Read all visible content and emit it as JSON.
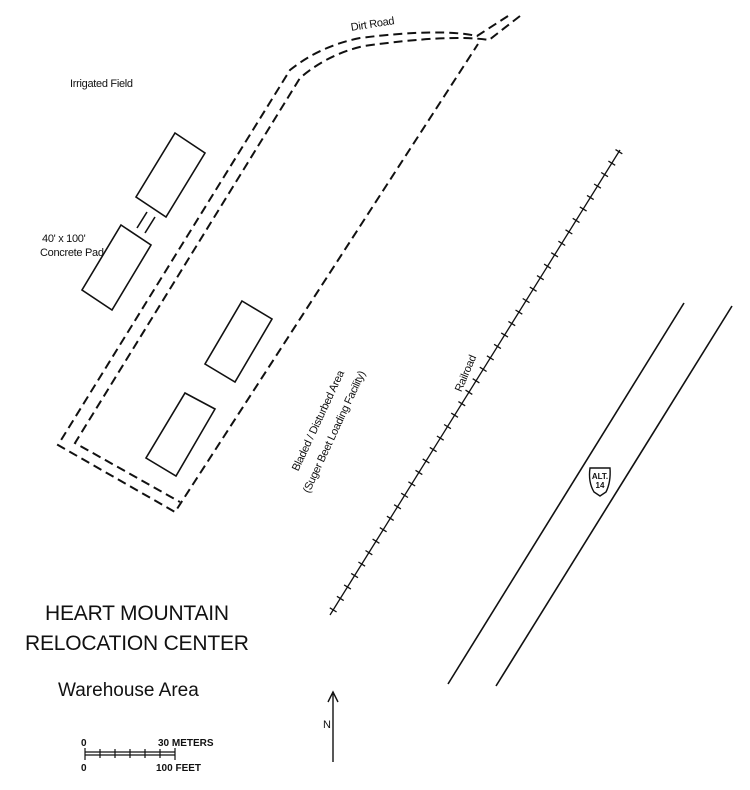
{
  "labels": {
    "dirt_road": "Dirt Road",
    "irrigated_field": "Irrigated Field",
    "pad_line1": "40' x 100'",
    "pad_line2": "Concrete Pad",
    "bladed_line1": "Bladed / Disturbed Area",
    "bladed_line2": "(Suger Beet Loading Facility)",
    "railroad": "Railroad"
  },
  "highway_shield": {
    "line1": "ALT.",
    "line2": "14"
  },
  "title": {
    "line1": "HEART MOUNTAIN",
    "line2": "RELOCATION CENTER",
    "subtitle": "Warehouse Area"
  },
  "north_arrow": {
    "label": "N"
  },
  "scale_bar": {
    "metric_zero": "0",
    "metric_end": "30 METERS",
    "imperial_zero": "0",
    "imperial_end": "100 FEET"
  },
  "colors": {
    "ink": "#111111",
    "background": "#ffffff"
  }
}
